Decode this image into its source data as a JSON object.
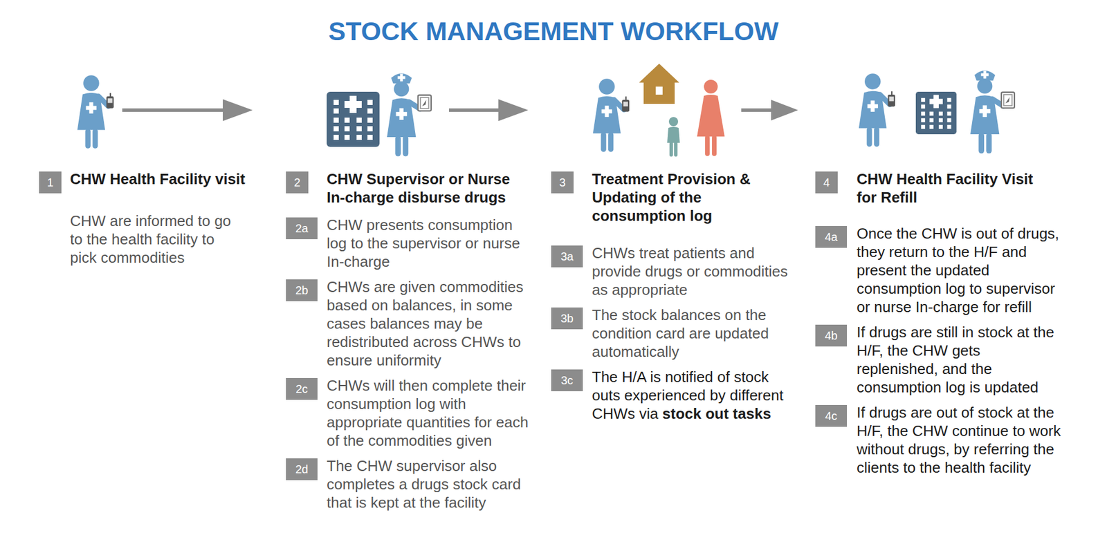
{
  "diagram": {
    "title": "STOCK MANAGEMENT WORKFLOW",
    "nodes": [
      {
        "text": [
          "1"
        ]
      },
      {
        "text": [
          "2"
        ]
      },
      {
        "text": [
          "2a"
        ]
      },
      {
        "text": [
          "2b"
        ]
      },
      {
        "text": [
          "2c"
        ]
      },
      {
        "text": [
          "2d"
        ]
      },
      {
        "text": [
          "3"
        ]
      },
      {
        "text": [
          "3a"
        ]
      },
      {
        "text": [
          "3b"
        ]
      },
      {
        "text": [
          "3c"
        ]
      },
      {
        "text": [
          "4"
        ]
      },
      {
        "text": [
          "4a"
        ]
      },
      {
        "text": [
          "4b"
        ]
      },
      {
        "text": [
          "4c"
        ]
      }
    ],
    "labels": [
      "CHW Health Facility visit",
      "CHW are informed to go to the health facility to pick commodities",
      "CHW Supervisor or Nurse In-charge disburse drugs",
      "CHW presents consumption log to the supervisor or nurse In-charge",
      "CHWs are given commodities based on balances, in some cases balances may be redistributed across CHWs to ensure uniformity",
      "CHWs will then complete their consumption log with appropriate quantities for each of the commodities given",
      "The CHW supervisor also completes a drugs stock card that is kept at the facility",
      "Treatment Provision & Updating of the consumption log",
      "CHWs treat patients and provide drugs or commodities as appropriate",
      "The stock balances on the condition card are updated automatically",
      "The H/A is notified of stock outs experienced by different CHWs via",
      "stock out tasks",
      "CHW Health Facility Visit for Refill",
      "Once the CHW is out of drugs, they return to the H/F and present the updated consumption log to supervisor or nurse In-charge for refill",
      "If drugs are still in stock at the H/F, the CHW gets replenished, and the consumption log is updated",
      "If drugs are out of stock at the H/F, the CHW continue to work without drugs, by referring the clients to the health facility"
    ]
  }
}
